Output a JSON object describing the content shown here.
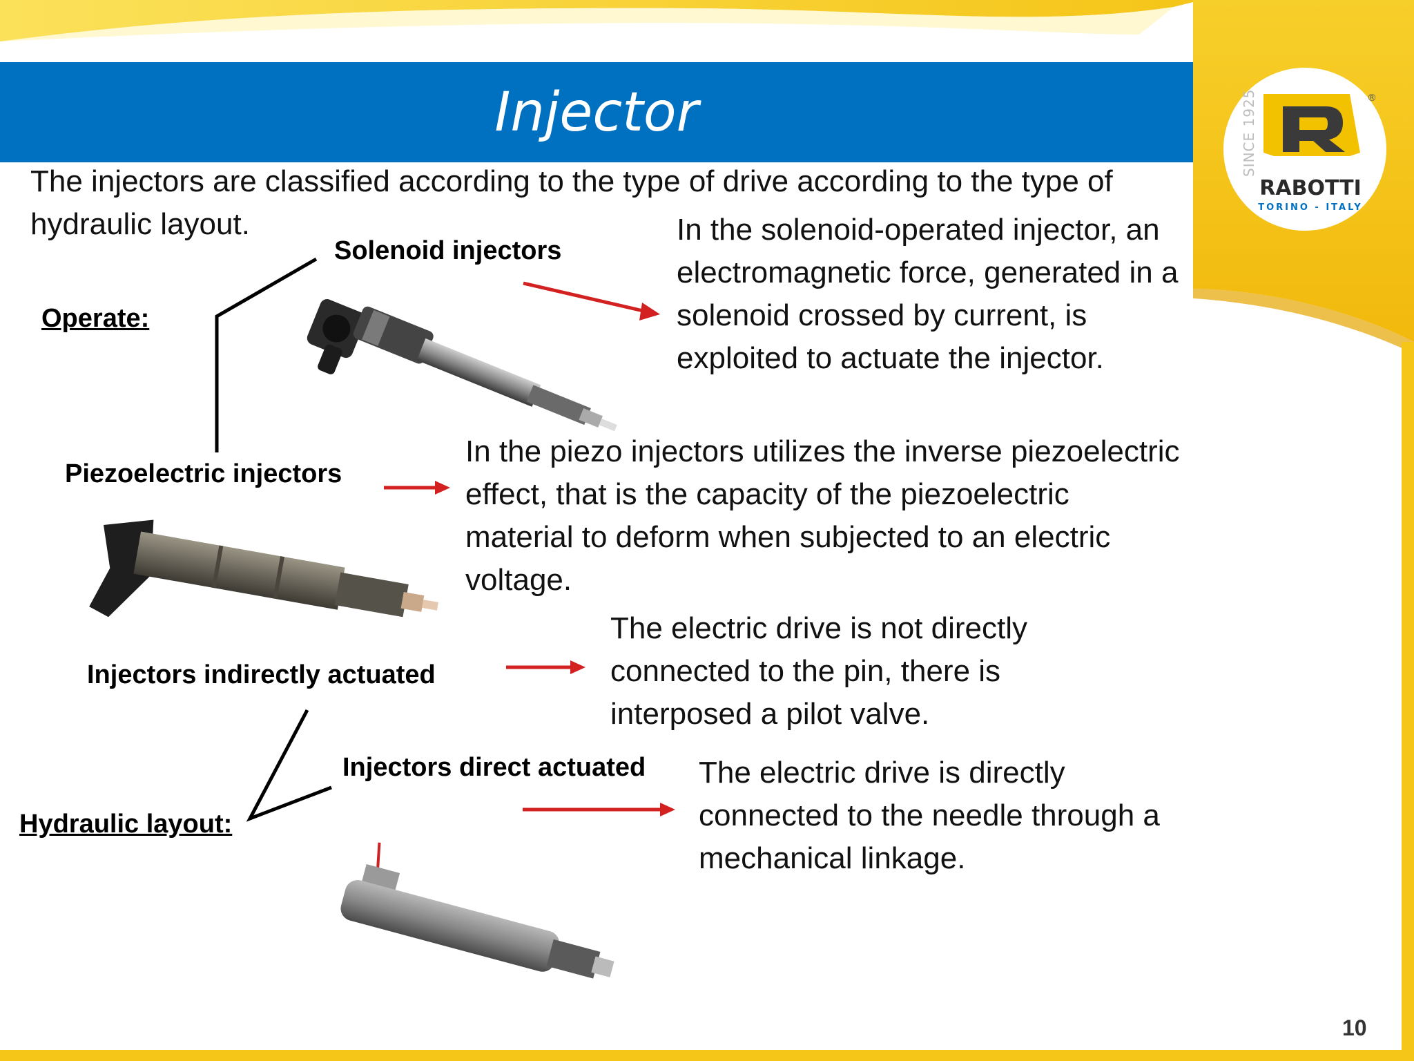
{
  "slide": {
    "title": "Injector",
    "intro": "The injectors are classified according to the type of drive according to the type of hydraulic layout.",
    "page_number": "10"
  },
  "logo": {
    "name": "RABOTTI",
    "since": "SINCE 1925",
    "location": "TORINO - ITALY",
    "registered": "®"
  },
  "categories": {
    "operate": {
      "label": "Operate:",
      "solenoid": {
        "label": "Solenoid injectors",
        "description": "In the solenoid-operated injector, an electromagnetic force, generated in a solenoid crossed by current, is exploited to actuate the injector."
      },
      "piezo": {
        "label": "Piezoelectric injectors",
        "description": "In the piezo injectors utilizes the inverse piezoelectric effect, that is the capacity of the piezoelectric material to deform when subjected to an electric voltage."
      }
    },
    "hydraulic": {
      "label": "Hydraulic layout:",
      "indirect": {
        "label": "Injectors indirectly actuated",
        "description": "The electric drive is not directly connected to the pin, there is interposed a pilot valve."
      },
      "direct": {
        "label": "Injectors direct actuated",
        "description": "The electric drive is directly connected to the needle through a mechanical linkage."
      }
    }
  },
  "colors": {
    "title_bar": "#0070c0",
    "accent_yellow": "#f5c518",
    "arrow_red": "#d32020",
    "logo_yellow": "#f2c200"
  },
  "images": [
    {
      "name": "solenoid-injector-image",
      "icon": "solenoid-injector"
    },
    {
      "name": "piezo-injector-image",
      "icon": "piezo-injector"
    },
    {
      "name": "direct-injector-image",
      "icon": "direct-injector"
    }
  ]
}
